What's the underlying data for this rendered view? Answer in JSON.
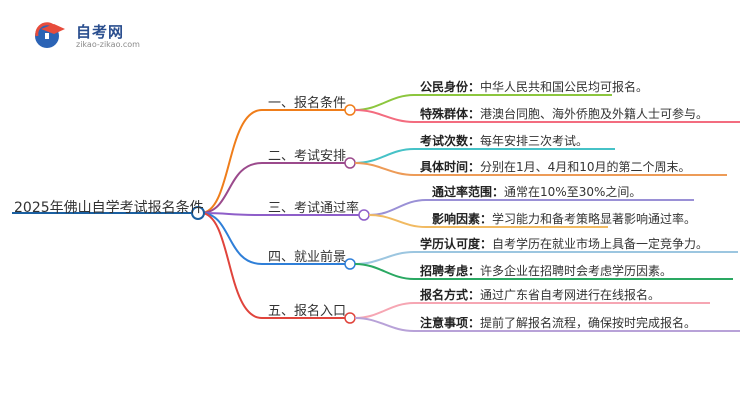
{
  "logo": {
    "name": "自考网",
    "url": "zikao-zikao.com"
  },
  "root": "2025年佛山自学考试报名条件",
  "colors": {
    "root": "#1a5fa0",
    "branches": [
      "#ef7d1a",
      "#9b4a8c",
      "#8e5ec9",
      "#2f7fd8",
      "#e0443c"
    ],
    "leaves": [
      "#8cc63e",
      "#f36c7f",
      "#46c2c7",
      "#ed9b57",
      "#9a90d6",
      "#f1ba62",
      "#9cc6e0",
      "#2aa862",
      "#f6a6b3",
      "#b8a2d8"
    ]
  },
  "branches": [
    {
      "label": "一、报名条件",
      "leaves": [
        {
          "key": "公民身份",
          "text": "中华人民共和国公民均可报名。"
        },
        {
          "key": "特殊群体",
          "text": "港澳台同胞、海外侨胞及外籍人士可参与。"
        }
      ]
    },
    {
      "label": "二、考试安排",
      "leaves": [
        {
          "key": "考试次数",
          "text": "每年安排三次考试。"
        },
        {
          "key": "具体时间",
          "text": "分别在1月、4月和10月的第二个周末。"
        }
      ]
    },
    {
      "label": "三、考试通过率",
      "leaves": [
        {
          "key": "通过率范围",
          "text": "通常在10%至30%之间。"
        },
        {
          "key": "影响因素",
          "text": "学习能力和备考策略显著影响通过率。"
        }
      ]
    },
    {
      "label": "四、就业前景",
      "leaves": [
        {
          "key": "学历认可度",
          "text": "自考学历在就业市场上具备一定竞争力。"
        },
        {
          "key": "招聘考虑",
          "text": "许多企业在招聘时会考虑学历因素。"
        }
      ]
    },
    {
      "label": "五、报名入口",
      "leaves": [
        {
          "key": "报名方式",
          "text": "通过广东省自考网进行在线报名。"
        },
        {
          "key": "注意事项",
          "text": "提前了解报名流程，确保按时完成报名。"
        }
      ]
    }
  ]
}
